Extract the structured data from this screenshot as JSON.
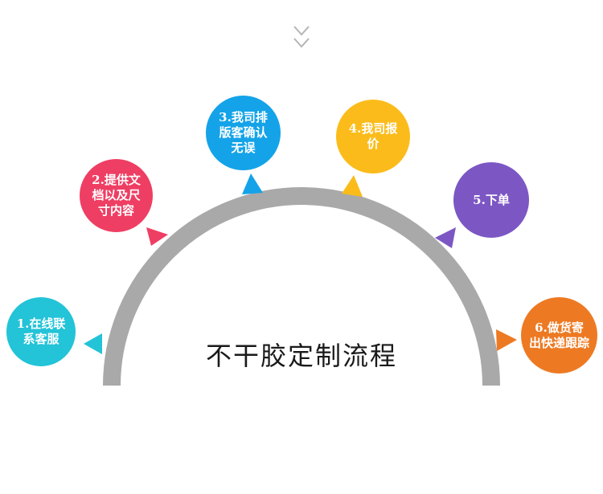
{
  "title": "不干胶定制流程",
  "colors": {
    "arc": "#a9a9a9",
    "chevron": "#b5b5b5"
  },
  "steps": [
    {
      "label": "1.在线联系客服",
      "color": "#23c3d8"
    },
    {
      "label": "2.提供文档以及尺寸内容",
      "color": "#ef3e63"
    },
    {
      "label": "3.我司排版客确认无误",
      "color": "#14a3e8"
    },
    {
      "label": "4.我司报价",
      "color": "#fbbc1b"
    },
    {
      "label": "5.下单",
      "color": "#7c57c4"
    },
    {
      "label": "6.做货寄出快递跟踪",
      "color": "#ed7a23"
    }
  ]
}
